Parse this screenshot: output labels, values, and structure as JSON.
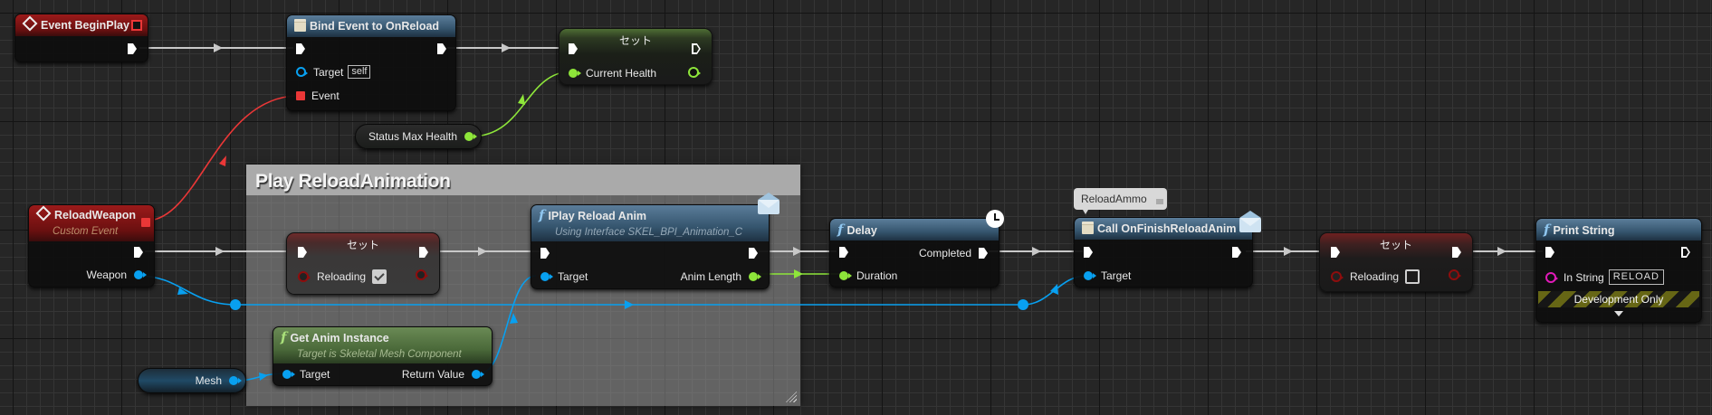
{
  "graph": {
    "comment": {
      "title": "Play ReloadAnimation"
    },
    "nodes": {
      "event_begin_play": {
        "title": "Event BeginPlay"
      },
      "bind_event": {
        "title": "Bind Event to OnReload",
        "pins": {
          "target": "Target",
          "target_default": "self",
          "event": "Event"
        }
      },
      "set_health": {
        "title": "セット",
        "pins": {
          "current_health": "Current Health"
        }
      },
      "status_max_health": {
        "label": "Status Max Health"
      },
      "reload_weapon": {
        "title": "ReloadWeapon",
        "subtitle": "Custom Event",
        "pins": {
          "weapon": "Weapon"
        }
      },
      "set_reloading_true": {
        "title": "セット",
        "pins": {
          "reloading": "Reloading"
        },
        "value": true
      },
      "iplay_reload_anim": {
        "title": "IPlay Reload Anim",
        "subtitle": "Using Interface SKEL_BPI_Animation_C",
        "pins": {
          "target": "Target",
          "anim_length": "Anim Length"
        }
      },
      "get_anim_instance": {
        "title": "Get Anim Instance",
        "subtitle": "Target is Skeletal Mesh Component",
        "pins": {
          "target": "Target",
          "return_value": "Return Value"
        }
      },
      "mesh": {
        "label": "Mesh"
      },
      "delay": {
        "title": "Delay",
        "pins": {
          "completed": "Completed",
          "duration": "Duration"
        }
      },
      "reload_ammo_comment": {
        "label": "ReloadAmmo"
      },
      "call_on_finish": {
        "title": "Call OnFinishReloadAnim",
        "pins": {
          "target": "Target"
        }
      },
      "set_reloading_false": {
        "title": "セット",
        "pins": {
          "reloading": "Reloading"
        },
        "value": false
      },
      "print_string": {
        "title": "Print String",
        "pins": {
          "in_string": "In String",
          "in_string_value": "RELOAD"
        },
        "footer": "Development Only"
      }
    },
    "colors": {
      "exec_wire": "#c8c8c8",
      "object_wire": "#08a0f0",
      "float_wire": "#8ee63a",
      "delegate_wire": "#ea3737",
      "string_pin": "#e01ab8",
      "bool_pin": "#8e0d0d"
    }
  }
}
